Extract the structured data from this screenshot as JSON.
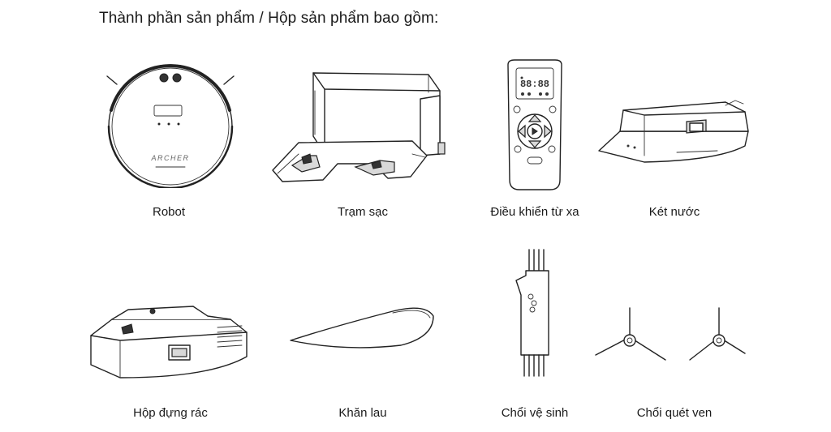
{
  "heading": "Thành phần sản phẩm / Hộp sản phẩm bao gồm:",
  "items": [
    {
      "label": "Robot",
      "icon": "robot-vacuum-icon"
    },
    {
      "label": "Trạm sạc",
      "icon": "charging-dock-icon"
    },
    {
      "label": "Điều khiển từ xa",
      "icon": "remote-control-icon"
    },
    {
      "label": "Két nước",
      "icon": "water-tank-icon"
    },
    {
      "label": "Hộp đựng rác",
      "icon": "dust-bin-icon"
    },
    {
      "label": "Khăn lau",
      "icon": "mop-cloth-icon"
    },
    {
      "label": "Chổi vệ sinh",
      "icon": "cleaning-brush-icon"
    },
    {
      "label": "Chổi quét ven",
      "icon": "side-brush-icon"
    }
  ],
  "robot_brand": "ARCHER",
  "remote_display": "88:88"
}
